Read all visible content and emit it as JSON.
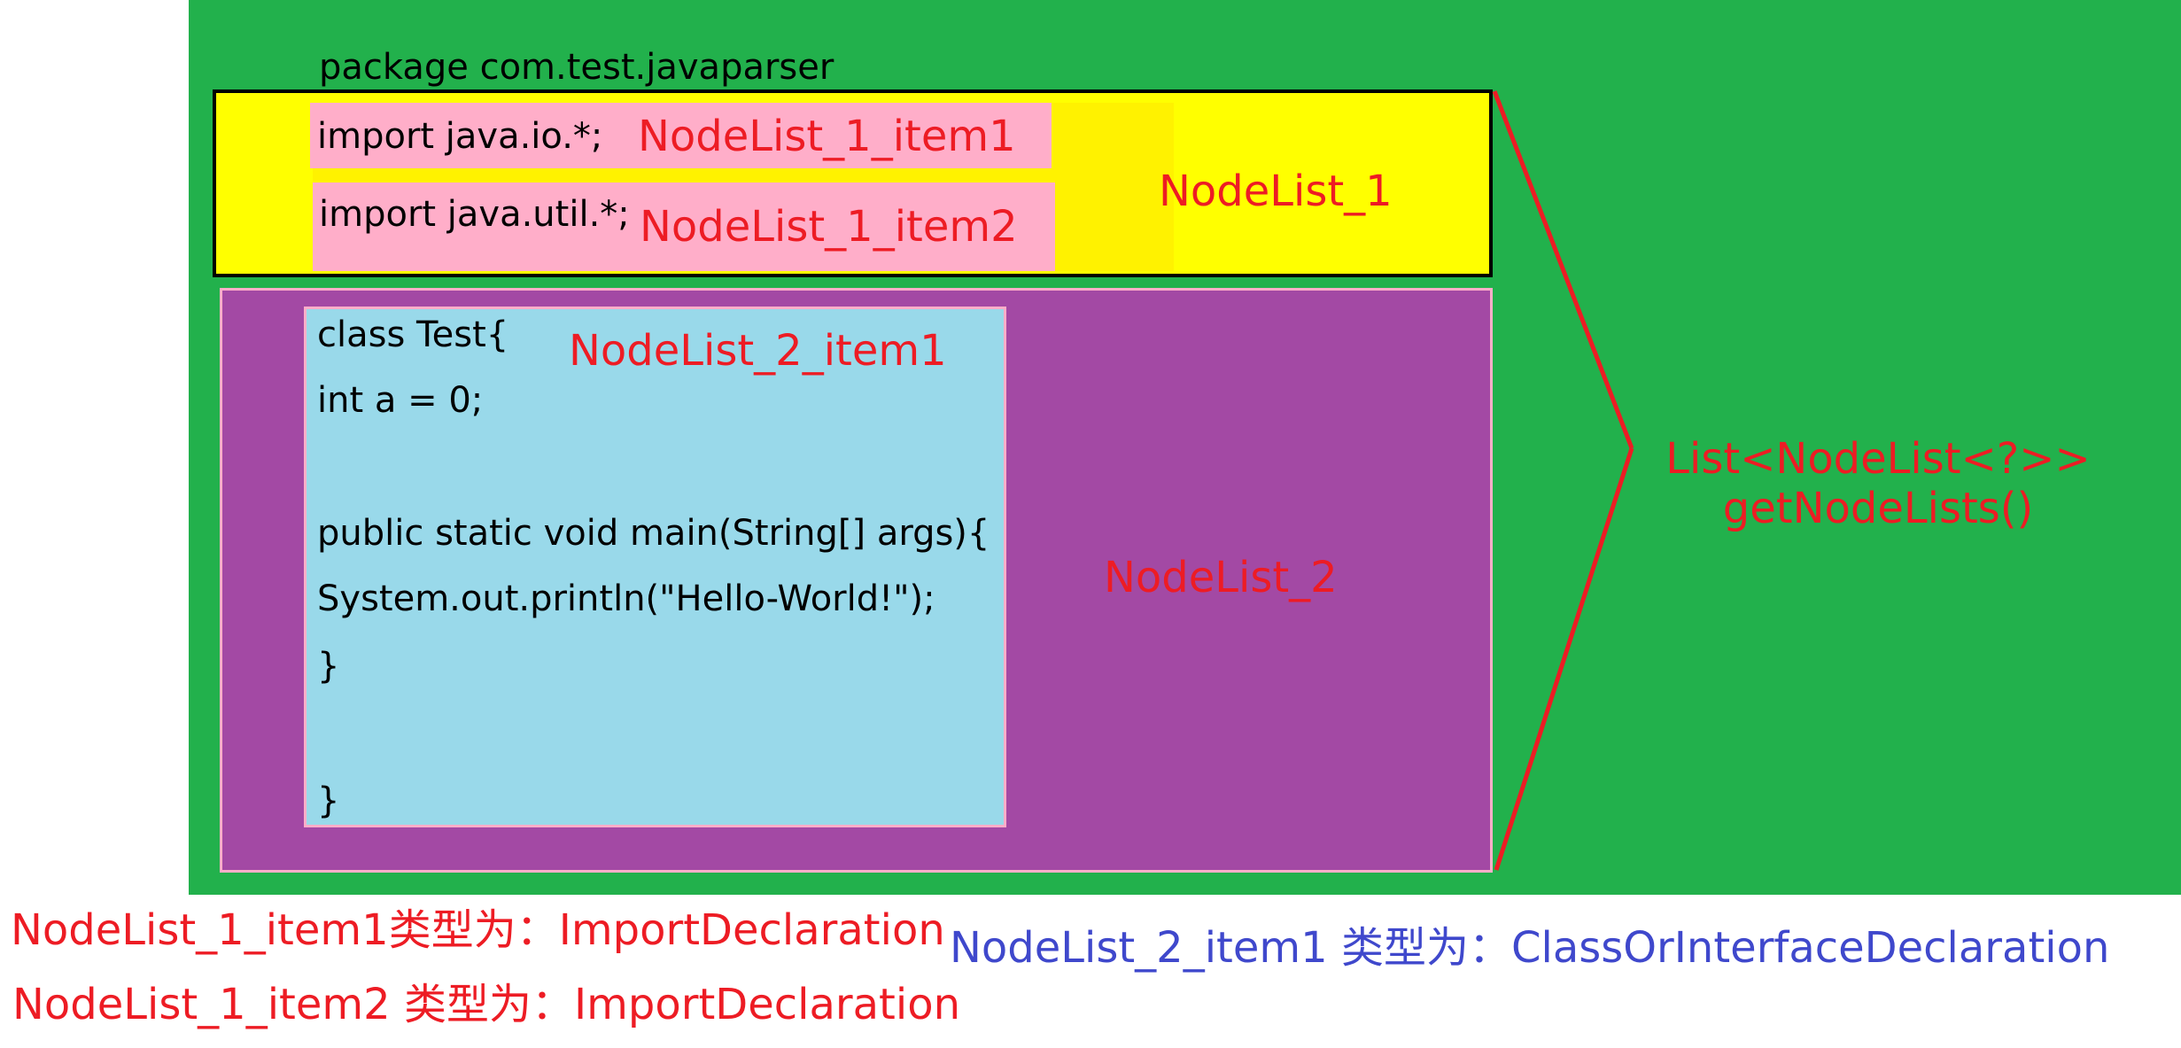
{
  "code": {
    "package_line": "package com.test.javaparser",
    "import1": "import java.io.*;",
    "import2": "import java.util.*;",
    "class_lines": [
      "class Test{",
      "int a = 0;",
      "public static void main(String[] args){",
      "System.out.println(\"Hello-World!\");",
      "}",
      "}"
    ]
  },
  "labels": {
    "nodelist1": "NodeList_1",
    "nodelist1_item1": "NodeList_1_item1",
    "nodelist1_item2": "NodeList_1_item2",
    "nodelist2": "NodeList_2",
    "nodelist2_item1": "NodeList_2_item1",
    "method_line1": "List<NodeList<?>>",
    "method_line2": "getNodeLists()"
  },
  "footnotes": {
    "item1_type": "NodeList_1_item1类型为：ImportDeclaration",
    "item2_type": "NodeList_1_item2 类型为：ImportDeclaration",
    "nl2_item1_type": "NodeList_2_item1 类型为：ClassOrInterfaceDeclaration"
  },
  "colors": {
    "background": "#22b14c",
    "nodelist1_fill": "#ffff00",
    "item_highlight": "#ffaec9",
    "nodelist2_fill": "#a349a4",
    "class_block": "#99d9ea",
    "annotation_red": "#ed1c24",
    "annotation_blue": "#3f48cc"
  }
}
